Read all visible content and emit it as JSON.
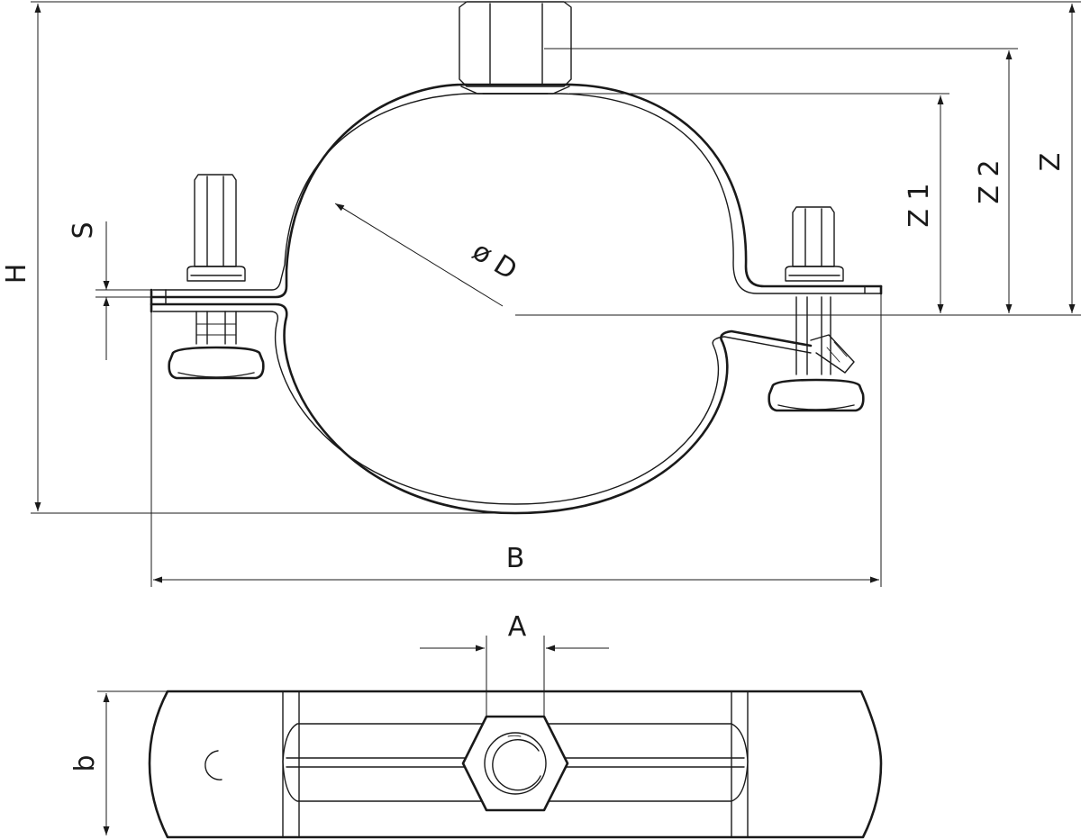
{
  "diagram": {
    "labels": {
      "H": "H",
      "S": "S",
      "D": "ø D",
      "Z1": "Z 1",
      "Z2": "Z 2",
      "Z": "Z",
      "B": "B",
      "A": "A",
      "b": "b"
    }
  }
}
